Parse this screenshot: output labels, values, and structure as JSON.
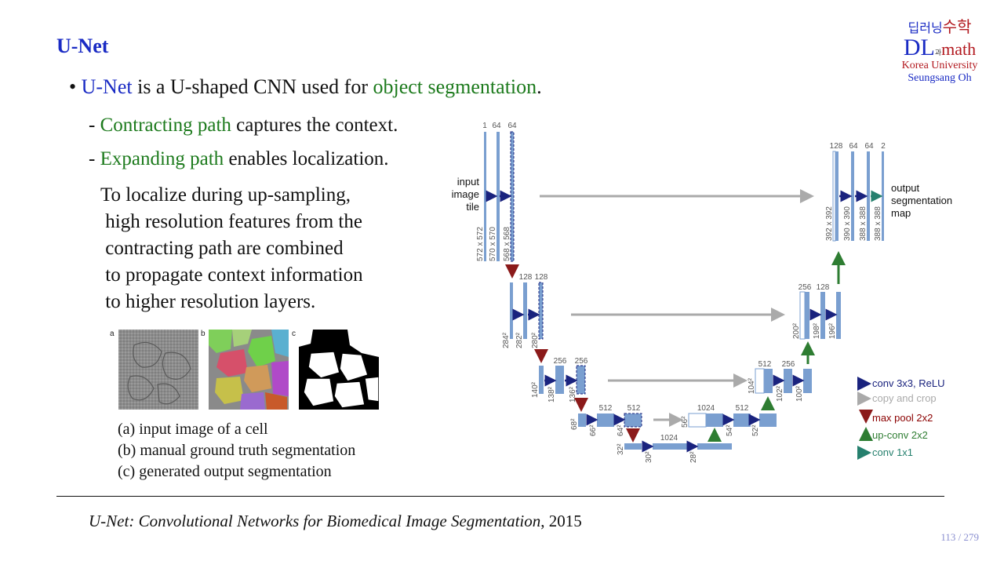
{
  "slide": {
    "title": "U-Net",
    "bullet": {
      "prefix": "U-Net",
      "mid": " is a U-shaped CNN used for ",
      "highlight": "object segmentation",
      "end": "."
    },
    "sub1": {
      "dash": "- ",
      "highlight": "Contracting path",
      "rest": " captures the context."
    },
    "sub2": {
      "dash": "- ",
      "highlight": "Expanding path",
      "rest": " enables localization."
    },
    "paragraph": "To localize during up-sampling,\n high resolution features from the\n contracting path are combined\n to propagate context information\n to higher resolution layers.",
    "captions": [
      "(a) input image of a cell",
      "(b) manual ground truth segmentation",
      "(c) generated output segmentation"
    ],
    "panel_labels": [
      "a",
      "b",
      "c"
    ],
    "citation": {
      "title": "U-Net: Convolutional Networks for Biomedical Image Segmentation",
      "year": ", 2015"
    },
    "page": "113 / 279"
  },
  "logo": {
    "korean_top": "딥러닝",
    "korean_and": "과",
    "korean_math": "수학",
    "dl": "DL",
    "math": "math",
    "university": "Korea University",
    "author": "Seungsang Oh"
  },
  "diagram": {
    "labels": {
      "input": [
        "input",
        "image",
        "tile"
      ],
      "output": [
        "output",
        "segmentation",
        "map"
      ]
    },
    "channels": {
      "l1": [
        "1",
        "64",
        "64"
      ],
      "l2": [
        "128",
        "128"
      ],
      "l3": [
        "256",
        "256"
      ],
      "l4": [
        "512",
        "512"
      ],
      "bottom": [
        "1024",
        "1024"
      ],
      "u4": [
        "1024",
        "512"
      ],
      "u3": [
        "512",
        "256"
      ],
      "u2": [
        "256",
        "128"
      ],
      "u1": [
        "128",
        "64",
        "64",
        "2"
      ]
    },
    "dims": {
      "l1": [
        "572 x 572",
        "570 x 570",
        "568 x 568"
      ],
      "l2": [
        "284²",
        "282²",
        "280²"
      ],
      "l3": [
        "140²",
        "138²",
        "136²"
      ],
      "l4": [
        "68²",
        "66²",
        "64²"
      ],
      "bottom": [
        "32²",
        "30²",
        "28²"
      ],
      "u4": [
        "56²",
        "54²",
        "52²"
      ],
      "u3": [
        "104²",
        "102²",
        "100²"
      ],
      "u2": [
        "200²",
        "198²",
        "196²"
      ],
      "u1": [
        "392 x 392",
        "390 x 390",
        "388 x 388",
        "388 x 388"
      ]
    },
    "legend": [
      {
        "text": "conv 3x3, ReLU",
        "color": "#1a237e"
      },
      {
        "text": "copy and crop",
        "color": "#aaaaaa"
      },
      {
        "text": "max pool 2x2",
        "color": "#8b0000"
      },
      {
        "text": "up-conv 2x2",
        "color": "#2e7d32"
      },
      {
        "text": "conv 1x1",
        "color": "#26806e"
      }
    ],
    "colors": {
      "block": "#7a9fd0",
      "conv": "#1a237e",
      "copy": "#aaaaaa",
      "pool": "#8b1a1a",
      "up": "#2e7d32",
      "conv1x1": "#26806e"
    }
  }
}
